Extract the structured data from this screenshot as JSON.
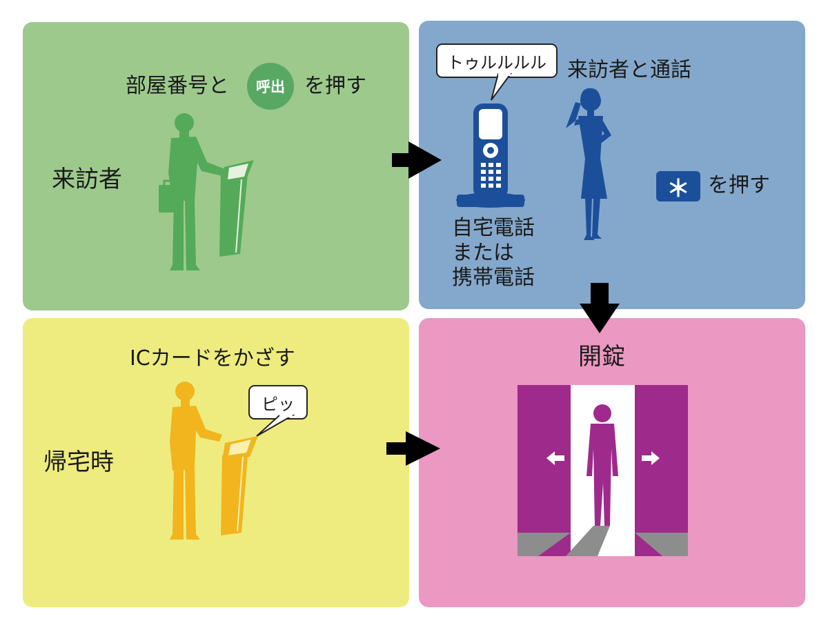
{
  "panels": {
    "visitor": {
      "role_label": "来訪者",
      "instruction_prefix": "部屋番号と",
      "call_button_label": "呼出",
      "instruction_suffix": "を押す",
      "color": "#9dc98d"
    },
    "phone": {
      "ring_sound": "トゥルルルル",
      "talk_label": "来訪者と通話",
      "phone_label_lines": [
        "自宅電話",
        "または",
        "携帯電話"
      ],
      "star_key_label": "＊",
      "press_suffix": "を押す",
      "color": "#84a8cb"
    },
    "home": {
      "role_label": "帰宅時",
      "instruction": "ICカードをかざす",
      "beep_sound": "ピッ",
      "color": "#eeec7e"
    },
    "unlock": {
      "title": "開錠",
      "color": "#eb98c2"
    }
  },
  "colors": {
    "visitor_figure": "#55aa5a",
    "phone_figure": "#1c4f9a",
    "home_figure": "#f2b51d",
    "door": "#9e2a8b",
    "arrow": "#000000"
  },
  "icons": [
    "businessman-icon",
    "intercom-terminal-icon",
    "cordless-phone-icon",
    "woman-on-phone-icon",
    "door-open-icon",
    "flow-arrow-icon"
  ]
}
